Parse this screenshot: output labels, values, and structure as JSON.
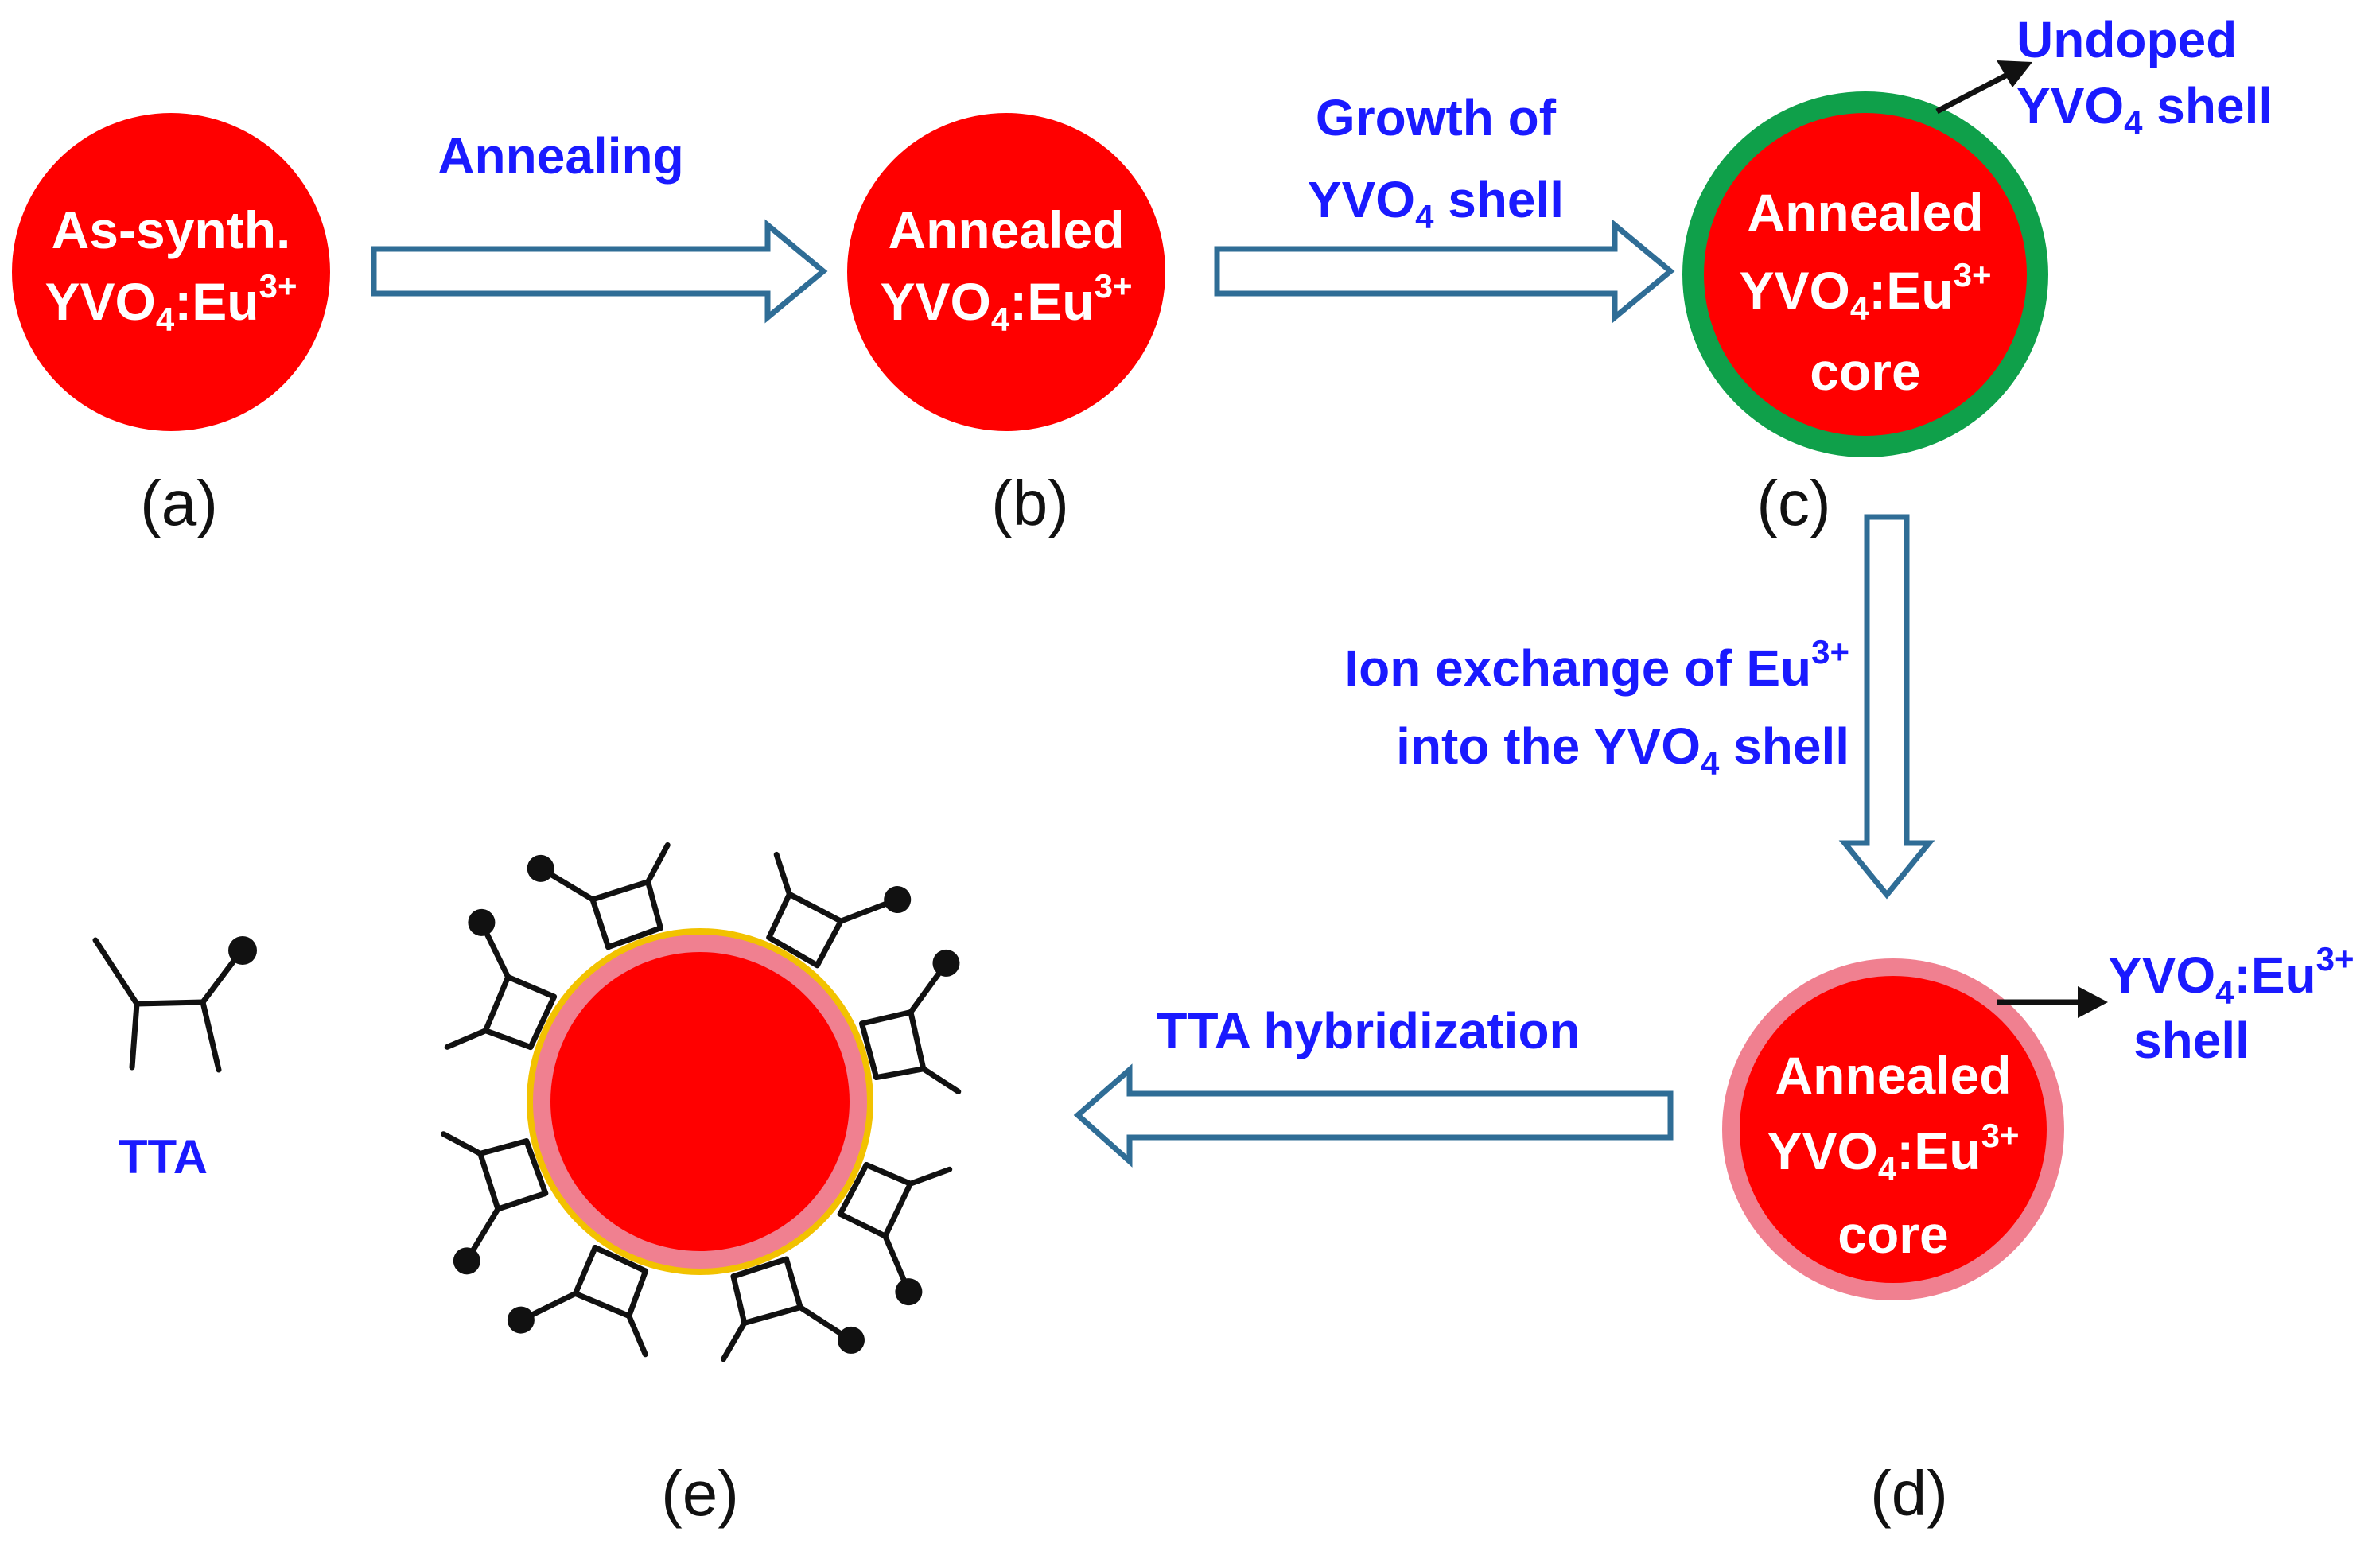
{
  "colors": {
    "core": "#ff0000",
    "undoped_shell": "#0fa04a",
    "doped_shell": "#f08090",
    "tta_layer": "#f2c200",
    "label_text": "#1a1aff",
    "arrow_outline": "#2f6d96"
  },
  "particles": {
    "a": {
      "line1": "As-synth.",
      "pre": "YVO",
      "sub": "4",
      "mid": ":Eu",
      "sup": "3+"
    },
    "b": {
      "line1": "Annealed",
      "pre": "YVO",
      "sub": "4",
      "mid": ":Eu",
      "sup": "3+"
    },
    "c": {
      "line1": "Annealed",
      "pre": "YVO",
      "sub": "4",
      "mid": ":Eu",
      "sup": "3+",
      "line3": "core"
    },
    "d": {
      "line1": "Annealed",
      "pre": "YVO",
      "sub": "4",
      "mid": ":Eu",
      "sup": "3+",
      "line3": "core"
    }
  },
  "panels": {
    "a": "(a)",
    "b": "(b)",
    "c": "(c)",
    "d": "(d)",
    "e": "(e)"
  },
  "steps": {
    "annealing": "Annealing",
    "growth_line1": "Growth of",
    "growth_pre": "YVO",
    "growth_sub": "4",
    "growth_post": " shell",
    "ion_line1_pre": "Ion exchange of Eu",
    "ion_line1_sup": "3+",
    "ion_line2_pre": "into the YVO",
    "ion_line2_sub": "4",
    "ion_line2_post": " shell",
    "tta_hybrid": "TTA hybridization"
  },
  "annotations": {
    "undoped_line1": "Undoped",
    "undoped_pre": "YVO",
    "undoped_sub": "4",
    "undoped_post": " shell",
    "doped_pre": "YVO",
    "doped_sub": "4",
    "doped_mid": ":Eu",
    "doped_sup": "3+",
    "doped_line2": "shell"
  },
  "legend": {
    "tta": "TTA"
  }
}
